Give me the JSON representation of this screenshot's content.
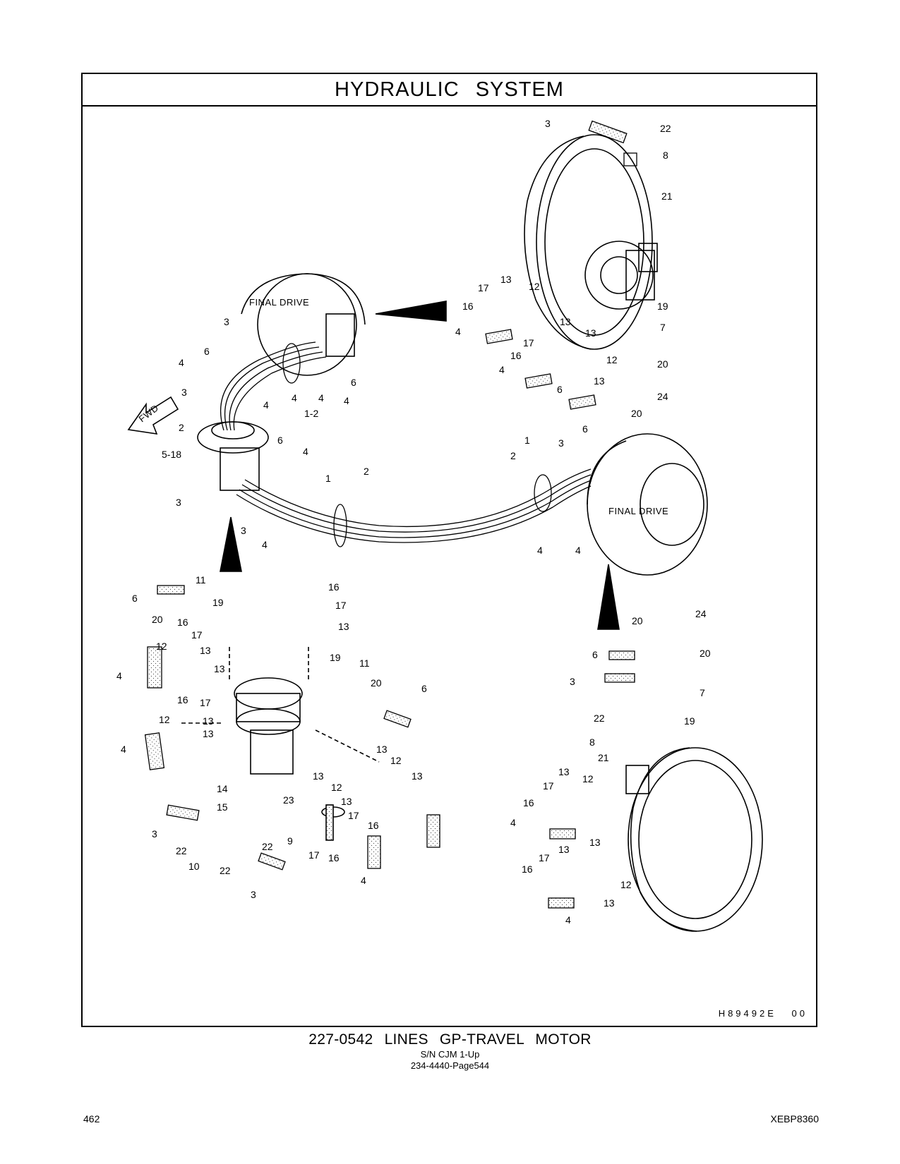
{
  "header": {
    "title": "HYDRAULIC SYSTEM"
  },
  "figure": {
    "id": "H89492E",
    "rev": "00",
    "drive_label": "FINAL DRIVE",
    "fwd_label": "FWD",
    "callouts": {
      "tr": [
        "3",
        "22",
        "8",
        "21",
        "17",
        "13",
        "12",
        "16",
        "13",
        "4",
        "19",
        "7",
        "17",
        "13",
        "16",
        "12",
        "4",
        "13",
        "20",
        "6",
        "24",
        "20"
      ],
      "ml": [
        "3",
        "6",
        "4",
        "4",
        "3",
        "4",
        "4",
        "6",
        "4",
        "1-2",
        "2",
        "5-18",
        "6",
        "4",
        "3",
        "1",
        "2",
        "3",
        "4"
      ],
      "mr": [
        "6",
        "1",
        "3",
        "2",
        "FINAL DRIVE",
        "4",
        "4"
      ],
      "bl": [
        "11",
        "16",
        "6",
        "19",
        "17",
        "20",
        "16",
        "13",
        "17",
        "12",
        "13",
        "13",
        "4",
        "19",
        "11",
        "20",
        "6",
        "16",
        "17",
        "12",
        "13",
        "13",
        "4",
        "13",
        "12",
        "13",
        "14",
        "23",
        "13",
        "12",
        "15",
        "13",
        "17",
        "16",
        "3",
        "22",
        "9",
        "22",
        "10",
        "17",
        "16",
        "4",
        "22",
        "3"
      ],
      "br": [
        "24",
        "20",
        "20",
        "6",
        "7",
        "3",
        "19",
        "22",
        "8",
        "21",
        "13",
        "12",
        "17",
        "16",
        "4",
        "13",
        "13",
        "17",
        "16",
        "12",
        "4",
        "13"
      ]
    }
  },
  "caption": {
    "title": "227-0542 LINES GP-TRAVEL MOTOR",
    "serial": "S/N CJM 1-Up",
    "reference": "234-4440-Page544"
  },
  "footer": {
    "page_number": "462",
    "document_id": "XEBP8360"
  }
}
